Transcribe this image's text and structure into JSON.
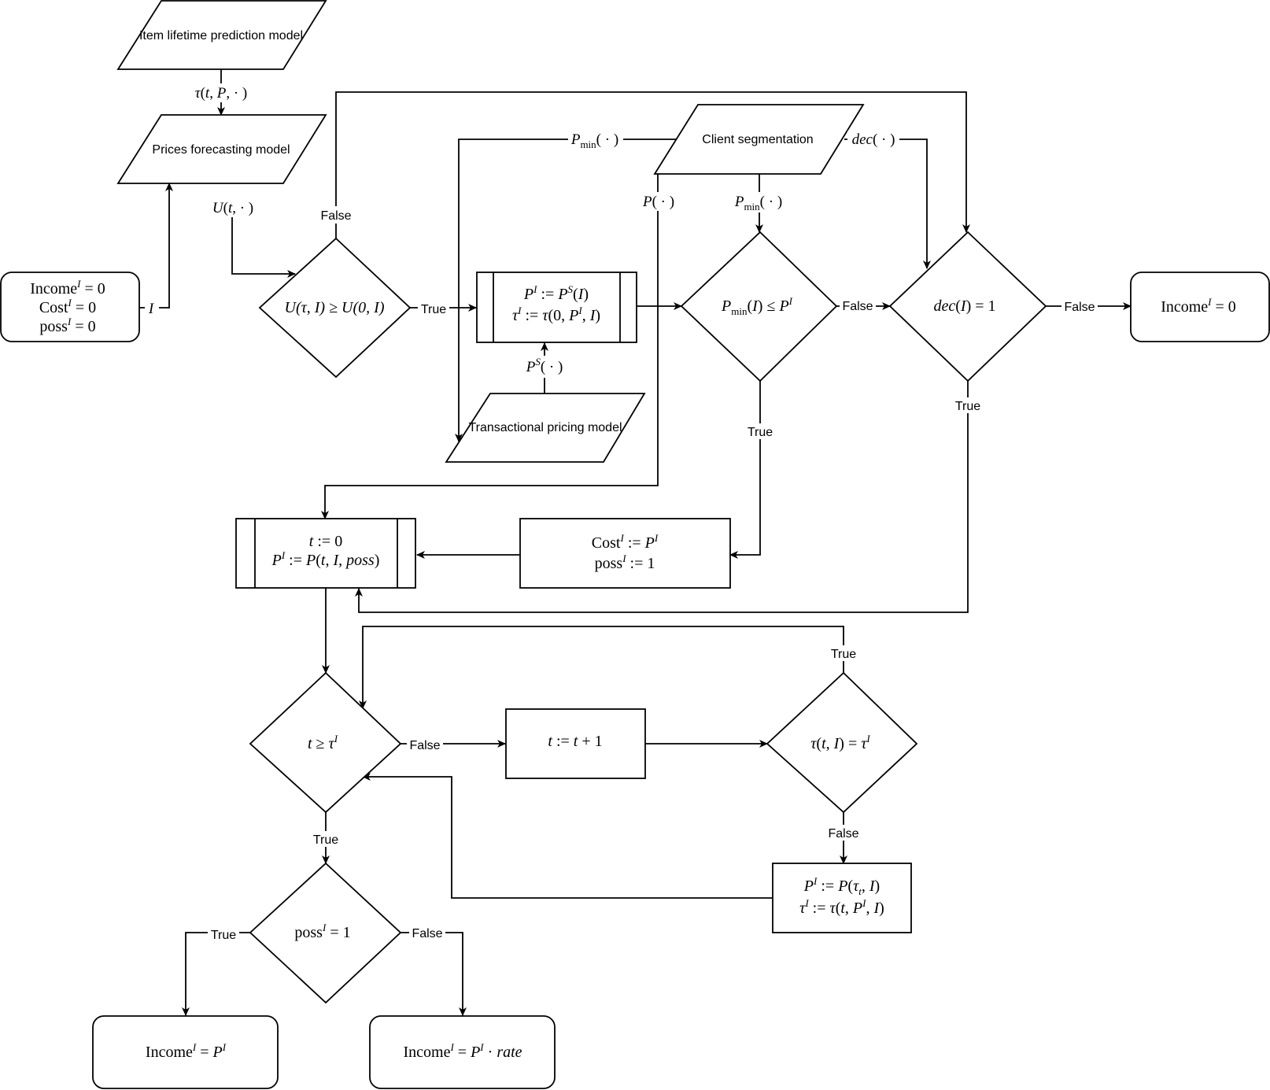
{
  "nodes": {
    "item_lifetime": "Item lifetime prediction model",
    "prices_forecasting": "Prices forecasting model",
    "client_segmentation": "Client segmentation",
    "transactional_pricing": "Transactional pricing model",
    "init": {
      "line1": "Income^I = 0",
      "line2": "Cost^I = 0",
      "line3": "poss^I = 0"
    },
    "cond_utility": "U(τ, I) ≥ U(0, I)",
    "process_seller": {
      "line1": "P^I := P^S(I)",
      "line2": "τ^I := τ(0, P^I, I)"
    },
    "cond_pmin": "P_min(I) ≤ P^I",
    "cond_dec": "dec(I) = 1",
    "income_zero": "Income^I = 0",
    "process_start": {
      "line1": "t := 0",
      "line2": "P^I := P(t, I, poss)"
    },
    "cost_assign": {
      "line1": "Cost^I := P^I",
      "line2": "poss^I := 1"
    },
    "cond_t": "t ≥ τ^I",
    "increment": "t := t + 1",
    "cond_tau": "τ(t, I) = τ^I",
    "update_price": {
      "line1": "P^I := P(τ_t, I)",
      "line2": "τ^I := τ(t, P^I, I)"
    },
    "cond_poss": "poss^I = 1",
    "income_price": "Income^I = P^I",
    "income_rate": "Income^I = P^I · rate"
  },
  "edge_labels": {
    "tau_fn": "τ(t, P, · )",
    "u_fn": "U(t, · )",
    "i_input": "I",
    "pmin_top": "P_min( · )",
    "dec_fn": "dec( · )",
    "p_fn": "P( · )",
    "pmin_down": "P_min( · )",
    "ps_fn": "P^S( · )",
    "false_util": "False",
    "true_util": "True",
    "false_pmin": "False",
    "false_dec": "False",
    "true_dec": "True",
    "true_pmin": "True",
    "true_tau": "True",
    "false_t": "False",
    "true_t": "True",
    "false_tau": "False",
    "true_poss": "True",
    "false_poss": "False"
  }
}
